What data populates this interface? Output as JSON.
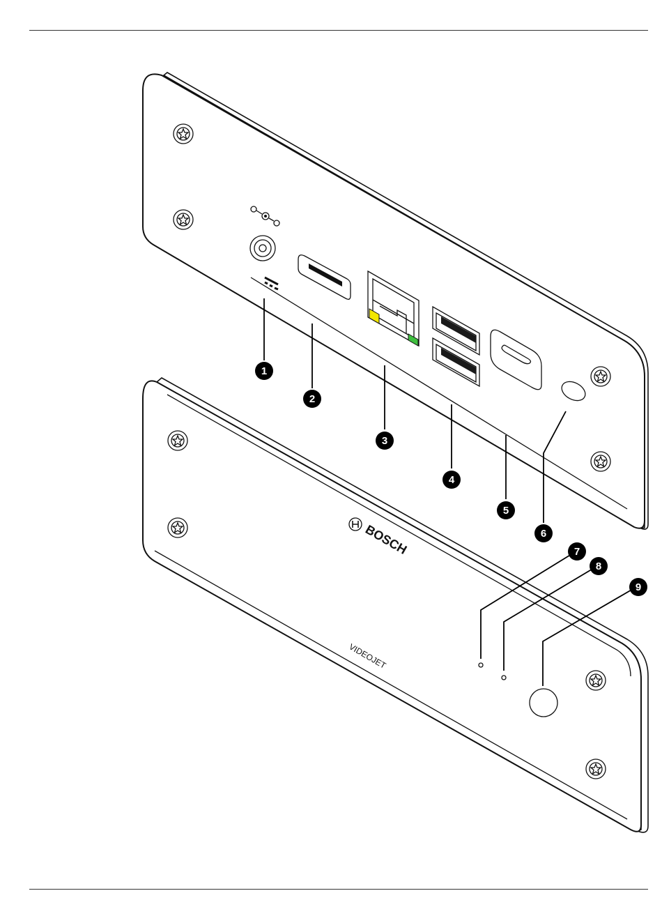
{
  "colors": {
    "line": "#111111",
    "led_yellow": "#f2e600",
    "led_green": "#3fbf3f",
    "callout_fill": "#000000",
    "callout_text": "#ffffff"
  },
  "icons": {
    "screw": "torx-screw-icon",
    "power": "dc-power-symbol-icon",
    "dc": "direct-current-icon",
    "brand": "bosch-logo-icon"
  },
  "front_panel": {
    "brand": "BOSCH",
    "model": "VIDEOJET"
  },
  "callouts": [
    "1",
    "2",
    "3",
    "4",
    "5",
    "6",
    "7",
    "8",
    "9"
  ]
}
